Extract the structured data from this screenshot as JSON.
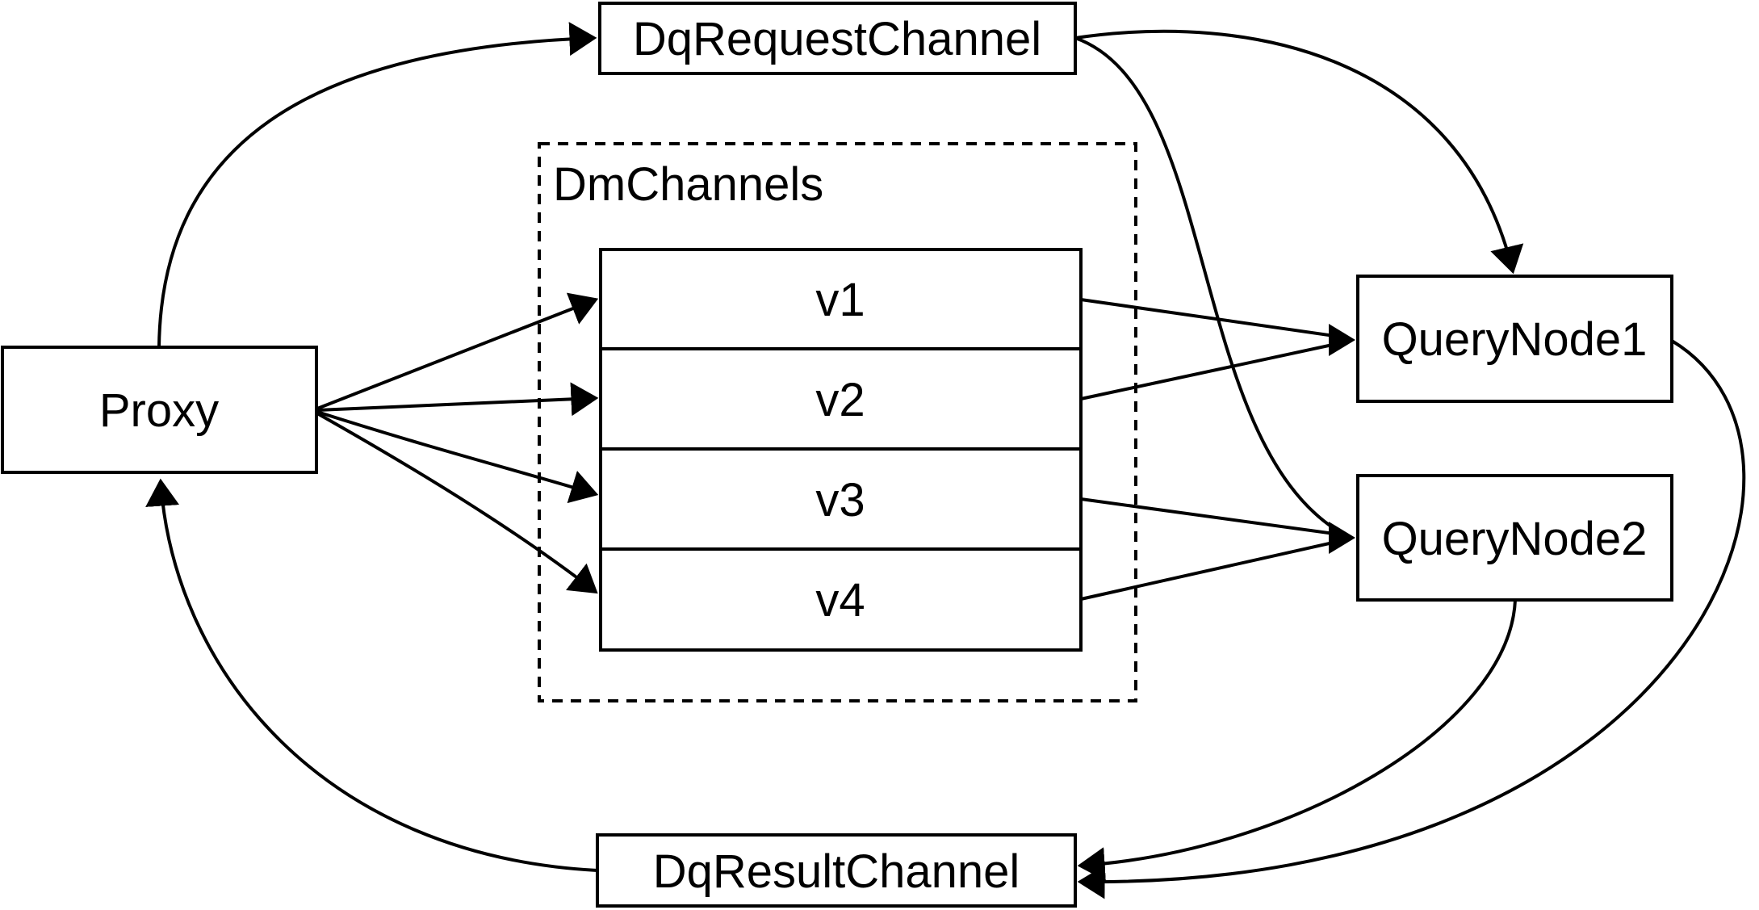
{
  "diagram": {
    "nodes": {
      "proxy": {
        "label": "Proxy"
      },
      "dq_request_channel": {
        "label": "DqRequestChannel"
      },
      "dm_channels": {
        "label": "DmChannels",
        "channels": [
          {
            "label": "v1"
          },
          {
            "label": "v2"
          },
          {
            "label": "v3"
          },
          {
            "label": "v4"
          }
        ]
      },
      "query_node_1": {
        "label": "QueryNode1"
      },
      "query_node_2": {
        "label": "QueryNode2"
      },
      "dq_result_channel": {
        "label": "DqResultChannel"
      }
    },
    "edges": [
      {
        "from": "Proxy",
        "to": "DqRequestChannel"
      },
      {
        "from": "Proxy",
        "to": "v1"
      },
      {
        "from": "Proxy",
        "to": "v2"
      },
      {
        "from": "Proxy",
        "to": "v3"
      },
      {
        "from": "Proxy",
        "to": "v4"
      },
      {
        "from": "v1",
        "to": "QueryNode1"
      },
      {
        "from": "v2",
        "to": "QueryNode1"
      },
      {
        "from": "v3",
        "to": "QueryNode2"
      },
      {
        "from": "v4",
        "to": "QueryNode2"
      },
      {
        "from": "DqRequestChannel",
        "to": "QueryNode1"
      },
      {
        "from": "DqRequestChannel",
        "to": "QueryNode2"
      },
      {
        "from": "QueryNode1",
        "to": "DqResultChannel"
      },
      {
        "from": "QueryNode2",
        "to": "DqResultChannel"
      },
      {
        "from": "DqResultChannel",
        "to": "Proxy"
      }
    ],
    "colors": {
      "stroke": "#000000",
      "background": "#ffffff"
    }
  }
}
